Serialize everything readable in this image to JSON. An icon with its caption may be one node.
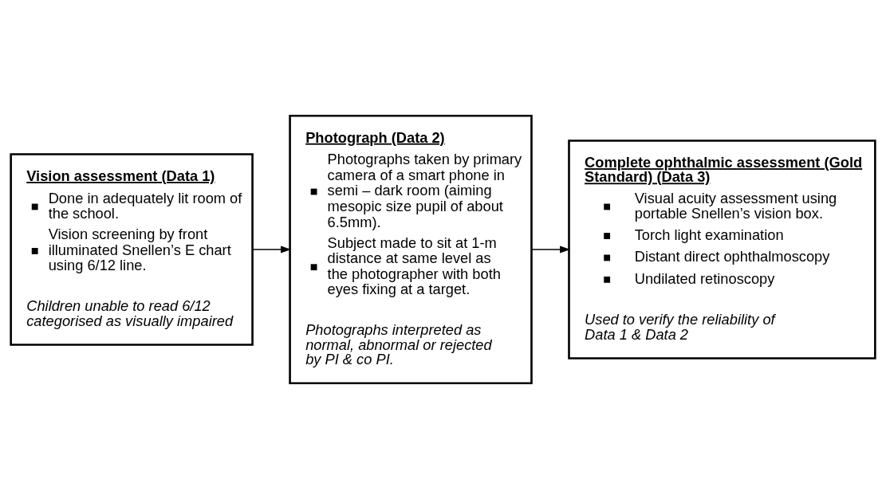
{
  "diagram": {
    "nodes": [
      {
        "text": [
          "Vision assessment (Data 1)",
          "Done in adequately lit room of the school.",
          "Vision screening by front illuminated Snellen’s E chart using 6/12 line.",
          "Children unable to read 6/12 categorised as visually impaired"
        ]
      },
      {
        "text": [
          "Photograph (Data 2)",
          "Photographs taken by primary camera of a smart phone in semi – dark room (aiming mesopic size pupil of about 6.5mm).",
          "Subject made to sit at 1-m distance at same level as the photographer with both eyes fixing at a target.",
          "Photographs interpreted as normal, abnormal or rejected by PI & co PI."
        ]
      },
      {
        "text": [
          "Complete ophthalmic assessment (Gold Standard) (Data 3)",
          "Visual acuity assessment using portable Snellen’s vision box.",
          "Torch light examination",
          "Distant direct ophthalmoscopy",
          "Undilated retinoscopy",
          "Used to verify the reliability of Data 1 & Data 2"
        ]
      }
    ],
    "edges": [
      {
        "from": 0,
        "to": 1,
        "arrow": "to"
      },
      {
        "from": 1,
        "to": 2,
        "arrow": "to"
      }
    ]
  }
}
